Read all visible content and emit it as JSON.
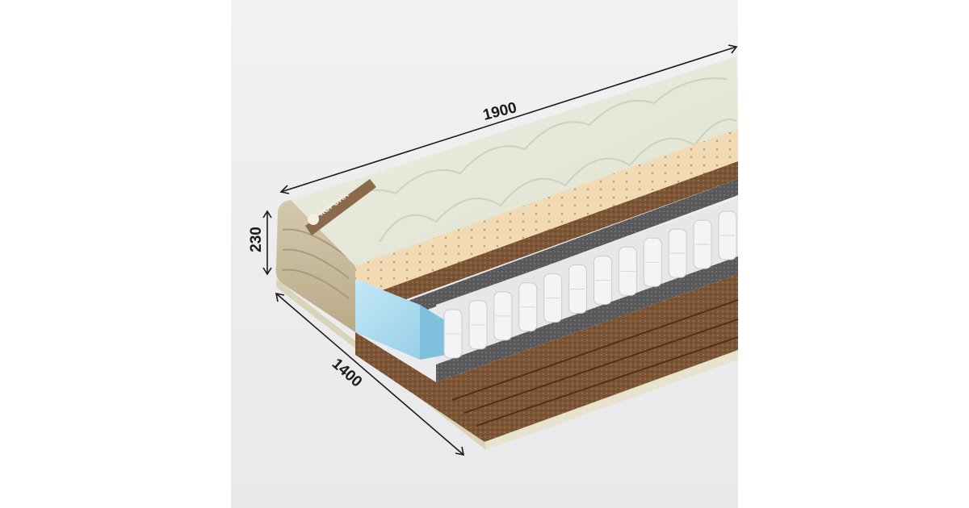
{
  "product_image": {
    "subject": "mattress-cross-section",
    "brand_label": "КОРОНА",
    "dimensions": {
      "length": "1900",
      "height": "230",
      "width": "1400"
    },
    "colors": {
      "background": "#ececee",
      "cover": "#e6e7d8",
      "side_band": "#c9bb9b",
      "latex": "#f0d8b2",
      "coir": "#7a5634",
      "felt": "#5b5b5c",
      "foam_block": "#a9d8ee",
      "springs": "#f1f2f3"
    }
  }
}
